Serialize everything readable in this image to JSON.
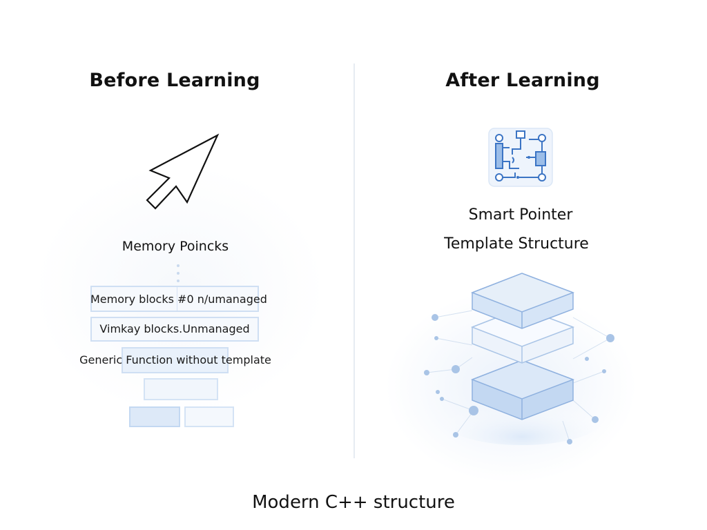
{
  "before": {
    "heading": "Before Learning",
    "memory_title": "Memory Poincks",
    "box1_label": "Memory blocks #0 n/umanaged",
    "box2_label": "Vimkay blocks.Unmanaged",
    "generic_label": "Generic Function without template"
  },
  "after": {
    "heading": "After Learning",
    "smart_pointer_label": "Smart Pointer",
    "template_label": "Template Structure"
  },
  "footer": {
    "caption": "Modern C++ structure"
  },
  "icons": {
    "before_icon": "raw-pointer-arrow-icon",
    "after_icon": "circuit-board-icon",
    "stack_icon": "layered-stack-icon"
  },
  "colors": {
    "accent_blue": "#3b74c4",
    "light_blue": "#cfdff3",
    "divider": "#e6ebf2"
  }
}
